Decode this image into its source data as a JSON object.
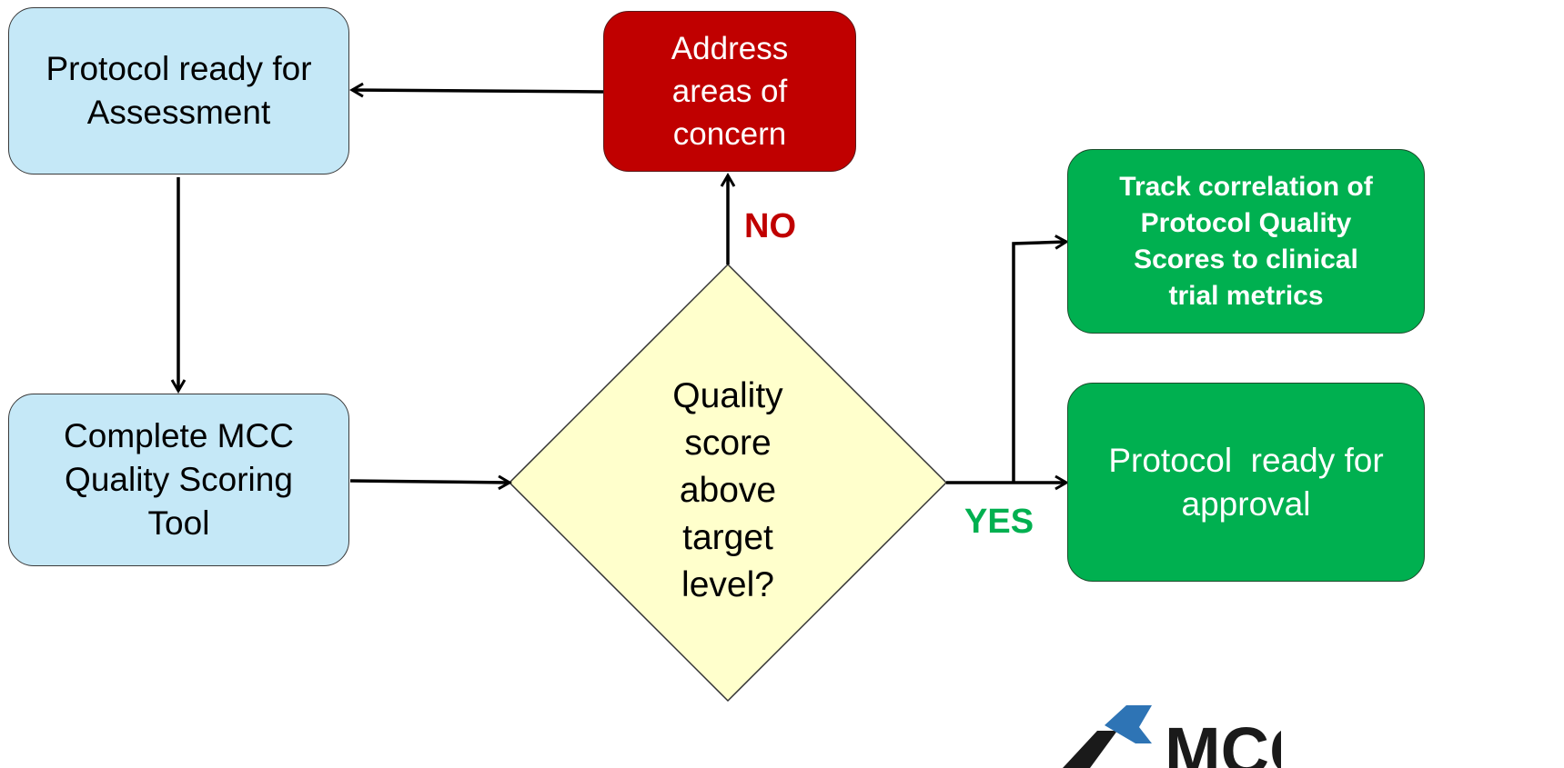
{
  "nodes": {
    "protocol_ready_assessment": [
      "Protocol ready for",
      "Assessment"
    ],
    "complete_mcc_tool": [
      "Complete MCC",
      "Quality Scoring",
      "Tool"
    ],
    "address_concerns": [
      "Address",
      "areas of",
      "concern"
    ],
    "decision": [
      "Quality",
      "score",
      "above",
      "target",
      "level?"
    ],
    "track_correlation": [
      "Track correlation of",
      "Protocol Quality",
      "Scores to clinical",
      "trial metrics"
    ],
    "protocol_ready_approval": [
      "Protocol  ready for",
      "approval"
    ]
  },
  "edge_labels": {
    "no": "NO",
    "yes": "YES"
  },
  "logo": {
    "text": "MCC",
    "color": "#1a1a1a",
    "accent": "#2e74b5"
  },
  "colors": {
    "process_fill": "#c5e8f7",
    "concern_fill": "#c00000",
    "outcome_fill": "#00b050",
    "decision_fill": "#ffffcc",
    "no_label": "#c00000",
    "yes_label": "#00b050"
  }
}
